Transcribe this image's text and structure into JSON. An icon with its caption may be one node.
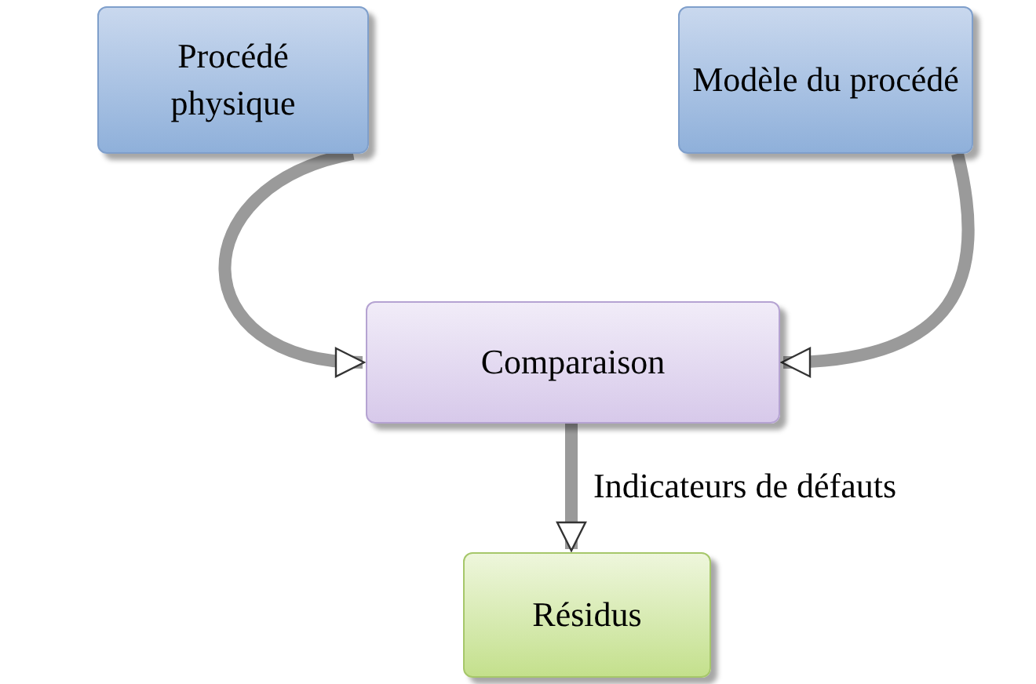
{
  "diagram": {
    "nodes": [
      {
        "text": [
          "Procédé physique"
        ]
      },
      {
        "text": [
          "Modèle du procédé"
        ]
      },
      {
        "text": [
          "Comparaison"
        ]
      },
      {
        "text": [
          "Résidus"
        ]
      }
    ],
    "edges": [
      {
        "from": 0,
        "to": 2,
        "arrow": "to"
      },
      {
        "from": 1,
        "to": 2,
        "arrow": "to"
      },
      {
        "from": 2,
        "to": 3,
        "arrow": "to",
        "label": "Indicateurs de défauts"
      }
    ]
  }
}
